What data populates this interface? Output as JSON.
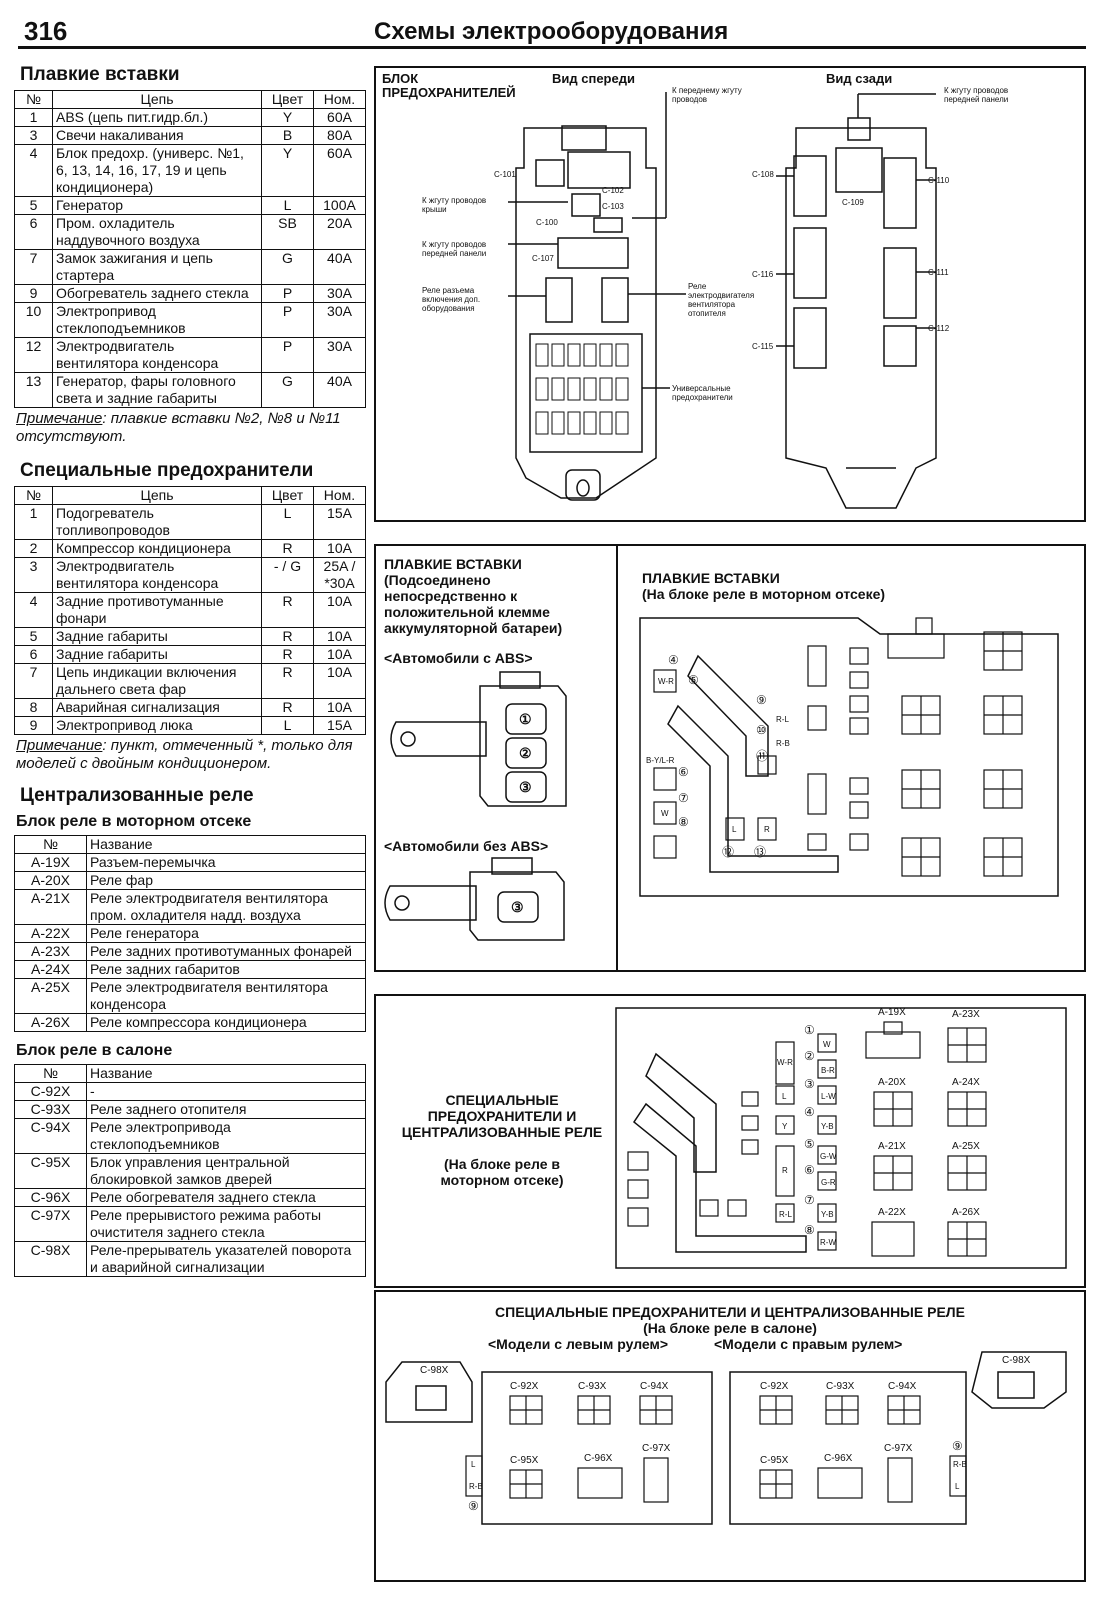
{
  "header": {
    "page_number": "316",
    "title": "Схемы электрооборудования"
  },
  "fusible_links": {
    "heading": "Плавкие вставки",
    "columns": [
      "№",
      "Цепь",
      "Цвет",
      "Ном."
    ],
    "rows": [
      [
        "1",
        "ABS (цепь пит.гидр.бл.)",
        "Y",
        "60A"
      ],
      [
        "3",
        "Свечи накаливания",
        "B",
        "80A"
      ],
      [
        "4",
        "Блок предохр. (универс. №1, 6, 13, 14, 16, 17, 19 и цепь кондиционера)",
        "Y",
        "60A"
      ],
      [
        "5",
        "Генератор",
        "L",
        "100A"
      ],
      [
        "6",
        "Пром. охладитель наддувочного воздуха",
        "SB",
        "20A"
      ],
      [
        "7",
        "Замок зажигания и цепь стартера",
        "G",
        "40A"
      ],
      [
        "9",
        "Обогреватель заднего стекла",
        "P",
        "30A"
      ],
      [
        "10",
        "Электропривод стеклоподъемников",
        "P",
        "30A"
      ],
      [
        "12",
        "Электродвигатель вентилятора конденсора",
        "P",
        "30A"
      ],
      [
        "13",
        "Генератор, фары головного света и задние габариты",
        "G",
        "40A"
      ]
    ],
    "note_label": "Примечание",
    "note_text": ": плавкие вставки №2, №8 и №11 отсутствуют."
  },
  "special_fuses": {
    "heading": "Специальные предохранители",
    "columns": [
      "№",
      "Цепь",
      "Цвет",
      "Ном."
    ],
    "rows": [
      [
        "1",
        "Подогреватель топливопроводов",
        "L",
        "15A"
      ],
      [
        "2",
        "Компрессор кондиционера",
        "R",
        "10A"
      ],
      [
        "3",
        "Электродвигатель вентилятора конденсора",
        "- / G",
        "25A / *30A"
      ],
      [
        "4",
        "Задние противотуманные фонари",
        "R",
        "10A"
      ],
      [
        "5",
        "Задние габариты",
        "R",
        "10A"
      ],
      [
        "6",
        "Задние габариты",
        "R",
        "10A"
      ],
      [
        "7",
        "Цепь индикации включения дальнего света фар",
        "R",
        "10A"
      ],
      [
        "8",
        "Аварийная сигнализация",
        "R",
        "10A"
      ],
      [
        "9",
        "Электропривод люка",
        "L",
        "15A"
      ]
    ],
    "note_label": "Примечание",
    "note_text": ": пункт, отмеченный *, только для моделей с двойным кондиционером."
  },
  "relays": {
    "heading": "Централизованные реле",
    "engine": {
      "heading": "Блок реле в моторном отсеке",
      "columns": [
        "№",
        "Название"
      ],
      "rows": [
        [
          "A-19X",
          "Разъем-перемычка"
        ],
        [
          "A-20X",
          "Реле фар"
        ],
        [
          "A-21X",
          "Реле электродвигателя вентилятора пром. охладителя надд. воздуха"
        ],
        [
          "A-22X",
          "Реле генератора"
        ],
        [
          "A-23X",
          "Реле задних противотуманных фонарей"
        ],
        [
          "A-24X",
          "Реле задних габаритов"
        ],
        [
          "A-25X",
          "Реле электродвигателя вентилятора конденсора"
        ],
        [
          "A-26X",
          "Реле компрессора кондиционера"
        ]
      ]
    },
    "cabin": {
      "heading": "Блок реле в салоне",
      "columns": [
        "№",
        "Название"
      ],
      "rows": [
        [
          "C-92X",
          "-"
        ],
        [
          "C-93X",
          "Реле заднего отопителя"
        ],
        [
          "C-94X",
          "Реле электропривода стеклоподъемников"
        ],
        [
          "C-95X",
          "Блок управления центральной блокировкой замков дверей"
        ],
        [
          "C-96X",
          "Реле обогревателя заднего стекла"
        ],
        [
          "C-97X",
          "Реле прерывистого режима работы очистителя заднего стекла"
        ],
        [
          "C-98X",
          "Реле-прерыватель указателей поворота и аварийной сигнализации"
        ]
      ]
    }
  },
  "fuse_block_figure": {
    "title": "БЛОК ПРЕДОХРАНИТЕЛЕЙ",
    "front_label": "Вид спереди",
    "rear_label": "Вид сзади",
    "callouts_front": [
      "К переднему жгуту проводов",
      "C-101",
      "C-102",
      "C-103",
      "C-100",
      "К жгуту проводов крыши",
      "К жгуту проводов передней панели",
      "C-107",
      "Реле разъема включения доп. оборудования",
      "Реле электродвигателя вентилятора отопителя",
      "Универсальные предохранители"
    ],
    "callouts_rear": [
      "К жгуту проводов передней панели",
      "C-108",
      "C-109",
      "C-110",
      "C-116",
      "C-111",
      "C-112",
      "C-115"
    ]
  },
  "fusible_battery_figure": {
    "title": "ПЛАВКИЕ ВСТАВКИ",
    "subtitle": "(Подсоединено непосредственно к положительной клемме аккумуляторной батареи)",
    "abs_label": "<Автомобили с ABS>",
    "no_abs_label": "<Автомобили без ABS>",
    "abs_marks": [
      "①",
      "②",
      "③"
    ],
    "no_abs_marks": [
      "③"
    ]
  },
  "fusible_engine_figure": {
    "title": "ПЛАВКИЕ ВСТАВКИ",
    "subtitle": "(На блоке реле в моторном отсеке)",
    "marks": [
      "④",
      "⑤",
      "⑨",
      "⑩",
      "⑪",
      "⑥",
      "⑦",
      "⑧",
      "⑫",
      "⑬"
    ],
    "wire_codes": [
      "W-R",
      "R-L",
      "R-B",
      "B-Y/L-R",
      "W",
      "L",
      "R"
    ]
  },
  "special_engine_figure": {
    "title": "СПЕЦИАЛЬНЫЕ ПРЕДОХРАНИТЕЛИ И ЦЕНТРАЛИЗОВАННЫЕ РЕЛЕ",
    "subtitle": "(На блоке реле в моторном отсеке)",
    "relays": [
      "A-19X",
      "A-23X",
      "A-20X",
      "A-24X",
      "A-21X",
      "A-25X",
      "A-22X",
      "A-26X"
    ],
    "marks": [
      "①",
      "②",
      "③",
      "④",
      "⑤",
      "⑥",
      "⑦",
      "⑧"
    ],
    "wire_codes": [
      "W",
      "W-R",
      "B-R",
      "L",
      "L-W",
      "Y",
      "Y-B",
      "G-W",
      "R",
      "G-R",
      "R-L",
      "Y-B",
      "R-W"
    ]
  },
  "special_cabin_figure": {
    "title": "СПЕЦИАЛЬНЫЕ ПРЕДОХРАНИТЕЛИ И ЦЕНТРАЛИЗОВАННЫЕ РЕЛЕ",
    "subtitle": "(На блоке реле в салоне)",
    "left_label": "<Модели с левым рулем>",
    "right_label": "<Модели с правым рулем>",
    "relays": [
      "C-98X",
      "C-92X",
      "C-93X",
      "C-94X",
      "C-95X",
      "C-96X",
      "C-97X"
    ],
    "marks": [
      "⑨"
    ],
    "wire_codes": [
      "L",
      "R-B"
    ]
  }
}
